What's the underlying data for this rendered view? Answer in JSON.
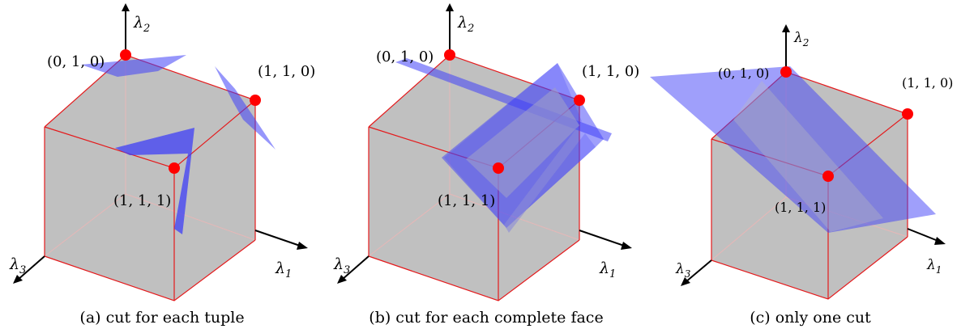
{
  "colors": {
    "cube_face": "#bdbdbd",
    "cube_edge": "#e41a1c",
    "vertex": "#ff0000",
    "cut_plane": "#3f3ff7",
    "axis": "#000000"
  },
  "axes": {
    "lambda1": "λ",
    "lambda1_sub": "1",
    "lambda2": "λ",
    "lambda2_sub": "2",
    "lambda3": "λ",
    "lambda3_sub": "3"
  },
  "vertex_labels": {
    "v010": "(0, 1, 0)",
    "v110": "(1, 1, 0)",
    "v111": "(1, 1, 1)"
  },
  "panels": [
    {
      "caption": "(a) cut for each tuple"
    },
    {
      "caption": "(b) cut for each complete face"
    },
    {
      "caption": "(c) only one cut"
    }
  ]
}
